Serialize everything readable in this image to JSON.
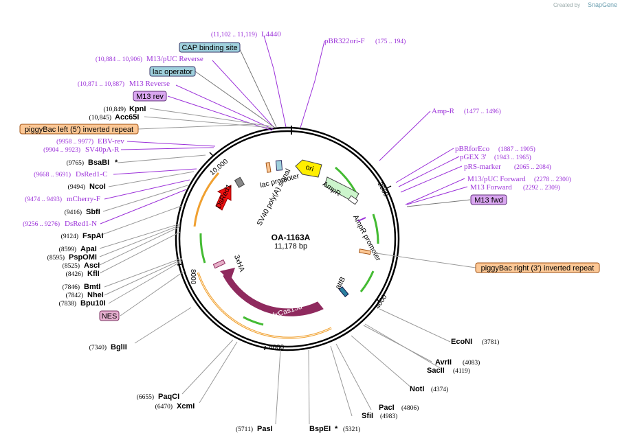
{
  "credit": {
    "prefix": "Created by",
    "brand": "SnapGene"
  },
  "plasmid": {
    "name": "OA-1163A",
    "size": "11,178 bp"
  },
  "ticks": [
    "2000",
    "4000",
    "6000",
    "8000",
    "10,000"
  ],
  "primers": [
    {
      "name": "L4440",
      "coords": "(11,102 .. 11,119)"
    },
    {
      "name": "M13/pUC Reverse",
      "coords": "(10,884 .. 10,906)"
    },
    {
      "name": "M13 Reverse",
      "coords": "(10,871 .. 10,887)"
    },
    {
      "name": "EBV-rev",
      "coords": "(9958 .. 9977)"
    },
    {
      "name": "SV40pA-R",
      "coords": "(9904 .. 9923)"
    },
    {
      "name": "DsRed1-C",
      "coords": "(9668 .. 9691)"
    },
    {
      "name": "mCherry-F",
      "coords": "(9474 .. 9493)"
    },
    {
      "name": "DsRed1-N",
      "coords": "(9256 .. 9276)"
    },
    {
      "name": "pBR322ori-F",
      "coords": "(175 .. 194)"
    },
    {
      "name": "Amp-R",
      "coords": "(1477 .. 1496)"
    },
    {
      "name": "pBRforEco",
      "coords": "(1887 .. 1905)"
    },
    {
      "name": "pGEX 3'",
      "coords": "(1943 .. 1965)"
    },
    {
      "name": "pRS-marker",
      "coords": "(2065 .. 2084)"
    },
    {
      "name": "M13/pUC Forward",
      "coords": "(2278 .. 2300)"
    },
    {
      "name": "M13 Forward",
      "coords": "(2292 .. 2309)"
    }
  ],
  "enzymes": [
    {
      "name": "KpnI",
      "coords": "(10,849)"
    },
    {
      "name": "Acc65I",
      "coords": "(10,845)"
    },
    {
      "name": "BsaBI",
      "coords": "(9765)",
      "star": "*"
    },
    {
      "name": "NcoI",
      "coords": "(9494)"
    },
    {
      "name": "SbfI",
      "coords": "(9416)"
    },
    {
      "name": "FspAI",
      "coords": "(9124)"
    },
    {
      "name": "ApaI",
      "coords": "(8599)"
    },
    {
      "name": "PspOMI",
      "coords": "(8595)"
    },
    {
      "name": "AscI",
      "coords": "(8525)"
    },
    {
      "name": "KflI",
      "coords": "(8426)"
    },
    {
      "name": "BmtI",
      "coords": "(7846)"
    },
    {
      "name": "NheI",
      "coords": "(7842)"
    },
    {
      "name": "Bpu10I",
      "coords": "(7838)"
    },
    {
      "name": "BglII",
      "coords": "(7340)"
    },
    {
      "name": "PaqCI",
      "coords": "(6655)"
    },
    {
      "name": "XcmI",
      "coords": "(6470)"
    },
    {
      "name": "PasI",
      "coords": "(5711)"
    },
    {
      "name": "BspEI",
      "coords": "(5321)",
      "star": "*"
    },
    {
      "name": "SfiI",
      "coords": "(4983)"
    },
    {
      "name": "PacI",
      "coords": "(4806)"
    },
    {
      "name": "NotI",
      "coords": "(4374)"
    },
    {
      "name": "SacII",
      "coords": "(4119)"
    },
    {
      "name": "AvrII",
      "coords": "(4083)"
    },
    {
      "name": "EcoNI",
      "coords": "(3781)"
    }
  ],
  "boxed_labels": {
    "cap": "CAP binding site",
    "lacop": "lac operator",
    "m13rev": "M13 rev",
    "pbleft": "piggyBac left (5') inverted repeat",
    "m13fwd": "M13 fwd",
    "pbright": "piggyBac right (3') inverted repeat",
    "nes": "NES"
  },
  "features": {
    "ori": "ori",
    "ampr": "AmpR",
    "ampr_promoter": "AmpR promoter",
    "lac_promoter": "lac promoter",
    "sv40": "SV40 poly(A) signal",
    "dsred1": "DsRed1",
    "rfxcas13d": "RfxCas13d",
    "three_xha": "3xHA",
    "attb": "attB"
  },
  "colors": {
    "primer": "#9b30d9",
    "cas13d": "#8f2a5e",
    "dsred": "#ee1111",
    "ori": "#ffee00",
    "ampr": "#ccf5cc",
    "orange_box": "#fcc896",
    "blue_box": "#9fd0dc",
    "purple_box": "#d9a6f0",
    "nes_box": "#e6b0d0",
    "orange_arc": "#f0a030",
    "green_arc": "#44bb33"
  }
}
